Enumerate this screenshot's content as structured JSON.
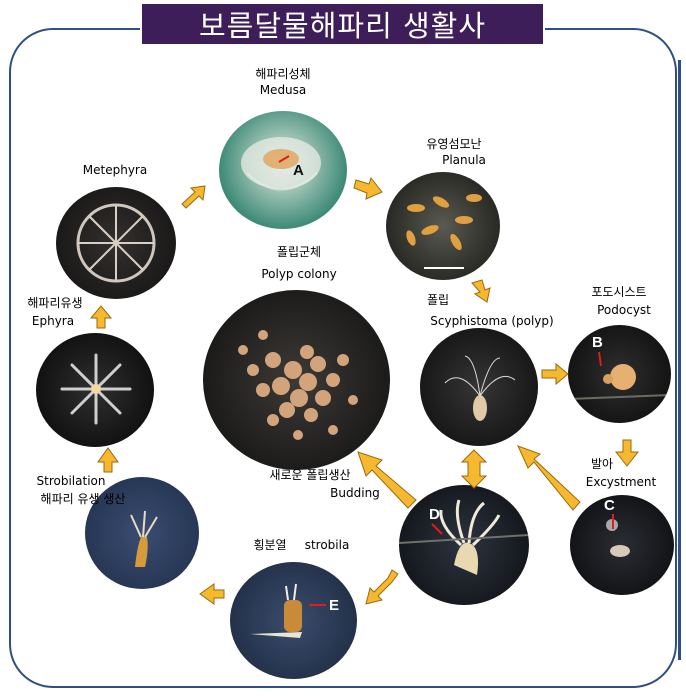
{
  "title": "보름달물해파리 생활사",
  "stages": {
    "medusa": {
      "ko": "해파리성체",
      "en": "Medusa",
      "marker": "A"
    },
    "planula": {
      "ko": "유영섬모난",
      "en": "Planula"
    },
    "scyphistoma": {
      "ko": "폴립",
      "en": "Scyphistoma (polyp)"
    },
    "podocyst": {
      "ko": "포도시스트",
      "en": "Podocyst",
      "marker": "B"
    },
    "excystment": {
      "ko": "발아",
      "en": "Excystment",
      "marker": "C"
    },
    "budding": {
      "ko": "새로운 폴립생산",
      "en": "Budding",
      "marker": "D"
    },
    "strobila": {
      "ko": "횡분열",
      "en": "strobila",
      "marker": "E"
    },
    "strobilation": {
      "en": "Strobilation",
      "ko": "해파리 유생 생산"
    },
    "ephyra": {
      "ko": "해파리유생",
      "en": "Ephyra"
    },
    "metephyra": {
      "en": "Metephyra"
    },
    "polyp_colony": {
      "ko": "폴립군체",
      "en": "Polyp colony"
    }
  },
  "colors": {
    "title_bg": "#3d1e58",
    "frame": "#2f4e86",
    "arrow_fill": "#f5b82e",
    "arrow_stroke": "#9a6a10"
  }
}
